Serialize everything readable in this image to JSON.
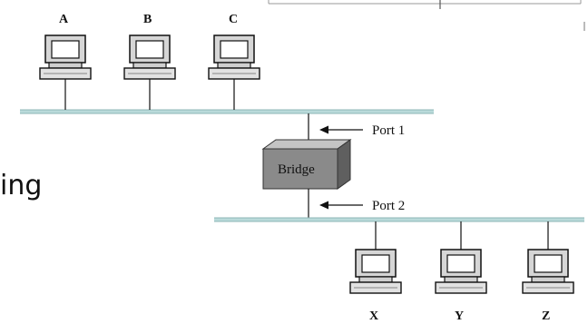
{
  "top_group": {
    "computers": [
      "A",
      "B",
      "C"
    ]
  },
  "bottom_group": {
    "computers": [
      "X",
      "Y",
      "Z"
    ]
  },
  "bridge": {
    "label": "Bridge"
  },
  "ports": {
    "port1": "Port 1",
    "port2": "Port 2"
  },
  "side_text": {
    "fragment": "ing"
  },
  "colors": {
    "lan_bus": "#b9dada",
    "bridge_front": "#8a8a8a",
    "bridge_top": "#c4c4c4",
    "bridge_side": "#5f5f5f"
  }
}
